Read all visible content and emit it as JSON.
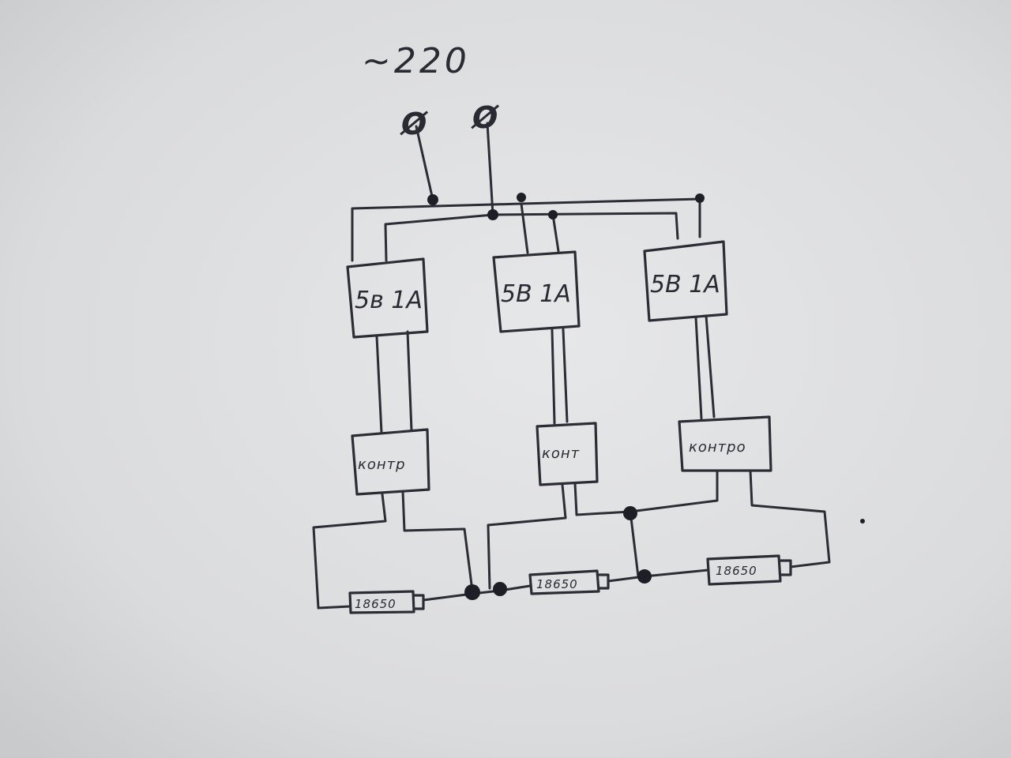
{
  "diagram": {
    "voltage_label": "~220",
    "terminal_symbol": "Ø",
    "power_supplies": [
      "5в 1А",
      "5В 1А",
      "5В 1А"
    ],
    "controllers": [
      "контр",
      "конт",
      "контрo"
    ],
    "batteries": [
      "18650",
      "18650",
      "18650"
    ],
    "colors": {
      "paper": "#e4e5e7",
      "ink": "#2c2c34"
    }
  }
}
